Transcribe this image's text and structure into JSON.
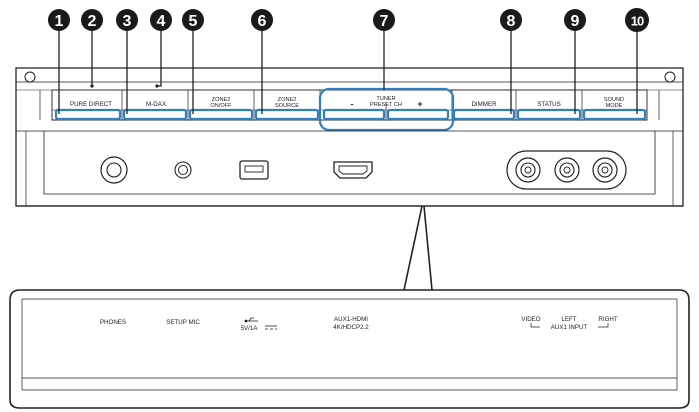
{
  "callouts": [
    {
      "num": "1"
    },
    {
      "num": "2"
    },
    {
      "num": "3"
    },
    {
      "num": "4"
    },
    {
      "num": "5"
    },
    {
      "num": "6"
    },
    {
      "num": "7"
    },
    {
      "num": "8"
    },
    {
      "num": "9"
    },
    {
      "num": "10"
    }
  ],
  "buttons": {
    "pure_direct": "PURE DIRECT",
    "mdax": "M-DAX",
    "zone2_onoff": [
      "ZONE2",
      "ON/OFF"
    ],
    "zone2_source": [
      "ZONE2",
      "SOURCE"
    ],
    "tuner_preset": [
      "TUNER",
      "PRESET CH"
    ],
    "minus": "-",
    "plus": "+",
    "dimmer": "DIMMER",
    "status": "STATUS",
    "sound_mode": [
      "SOUND",
      "MODE"
    ]
  },
  "panel_labels": {
    "phones": "PHONES",
    "setup_mic": "SETUP MIC",
    "usb_rating": "5V/1A",
    "hdmi": [
      "AUX1-HDMI",
      "4K/HDCP2.2"
    ],
    "video": "VIDEO",
    "left": "LEFT",
    "right": "RIGHT",
    "aux1_input": "AUX1 INPUT"
  },
  "colors": {
    "callout_fill": "#1a1a1a",
    "callout_text": "#ffffff",
    "highlight": "#2f7fc1",
    "line": "#222222"
  }
}
